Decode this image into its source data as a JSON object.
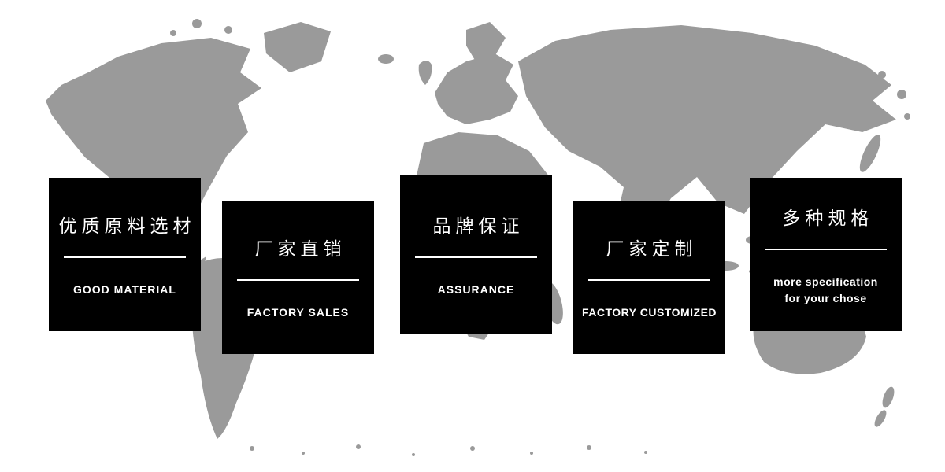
{
  "colors": {
    "map": "#9a9a9a",
    "card_background": "#000000",
    "card_text": "#ffffff"
  },
  "cards": [
    {
      "title": "优质原料选材",
      "subtitle": "GOOD MATERIAL"
    },
    {
      "title": "厂家直销",
      "subtitle": "FACTORY SALES"
    },
    {
      "title": "品牌保证",
      "subtitle": "ASSURANCE"
    },
    {
      "title": "厂家定制",
      "subtitle": "FACTORY CUSTOMIZED"
    },
    {
      "title": "多种规格",
      "subtitle": "more specification for your chose"
    }
  ]
}
